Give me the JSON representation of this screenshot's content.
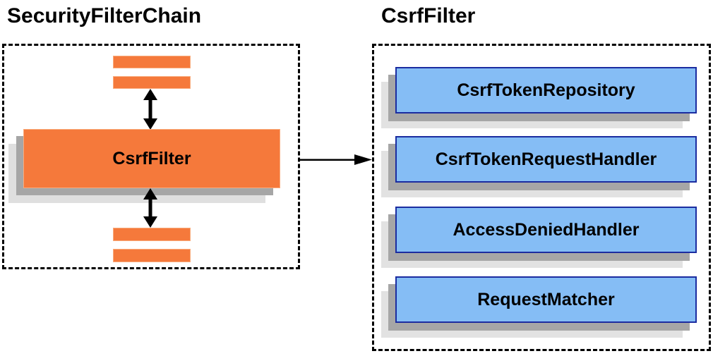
{
  "diagram": {
    "left_panel": {
      "title": "SecurityFilterChain",
      "filter_node_label": "CsrfFilter",
      "anonymous_filter_bars": 4
    },
    "right_panel": {
      "title": "CsrfFilter",
      "components": [
        {
          "label": "CsrfTokenRepository"
        },
        {
          "label": "CsrfTokenRequestHandler"
        },
        {
          "label": "AccessDeniedHandler"
        },
        {
          "label": "RequestMatcher"
        }
      ]
    },
    "colors": {
      "orange_fill": "#F5793B",
      "orange_border": "#F9AB7C",
      "blue_fill": "#85BDF5",
      "blue_border": "#1B2CA0",
      "shadow_dark": "#A6A6A6",
      "shadow_light": "#E0E0E0",
      "line_black": "#000000",
      "text_black": "#000000",
      "background": "#FFFFFF"
    }
  }
}
